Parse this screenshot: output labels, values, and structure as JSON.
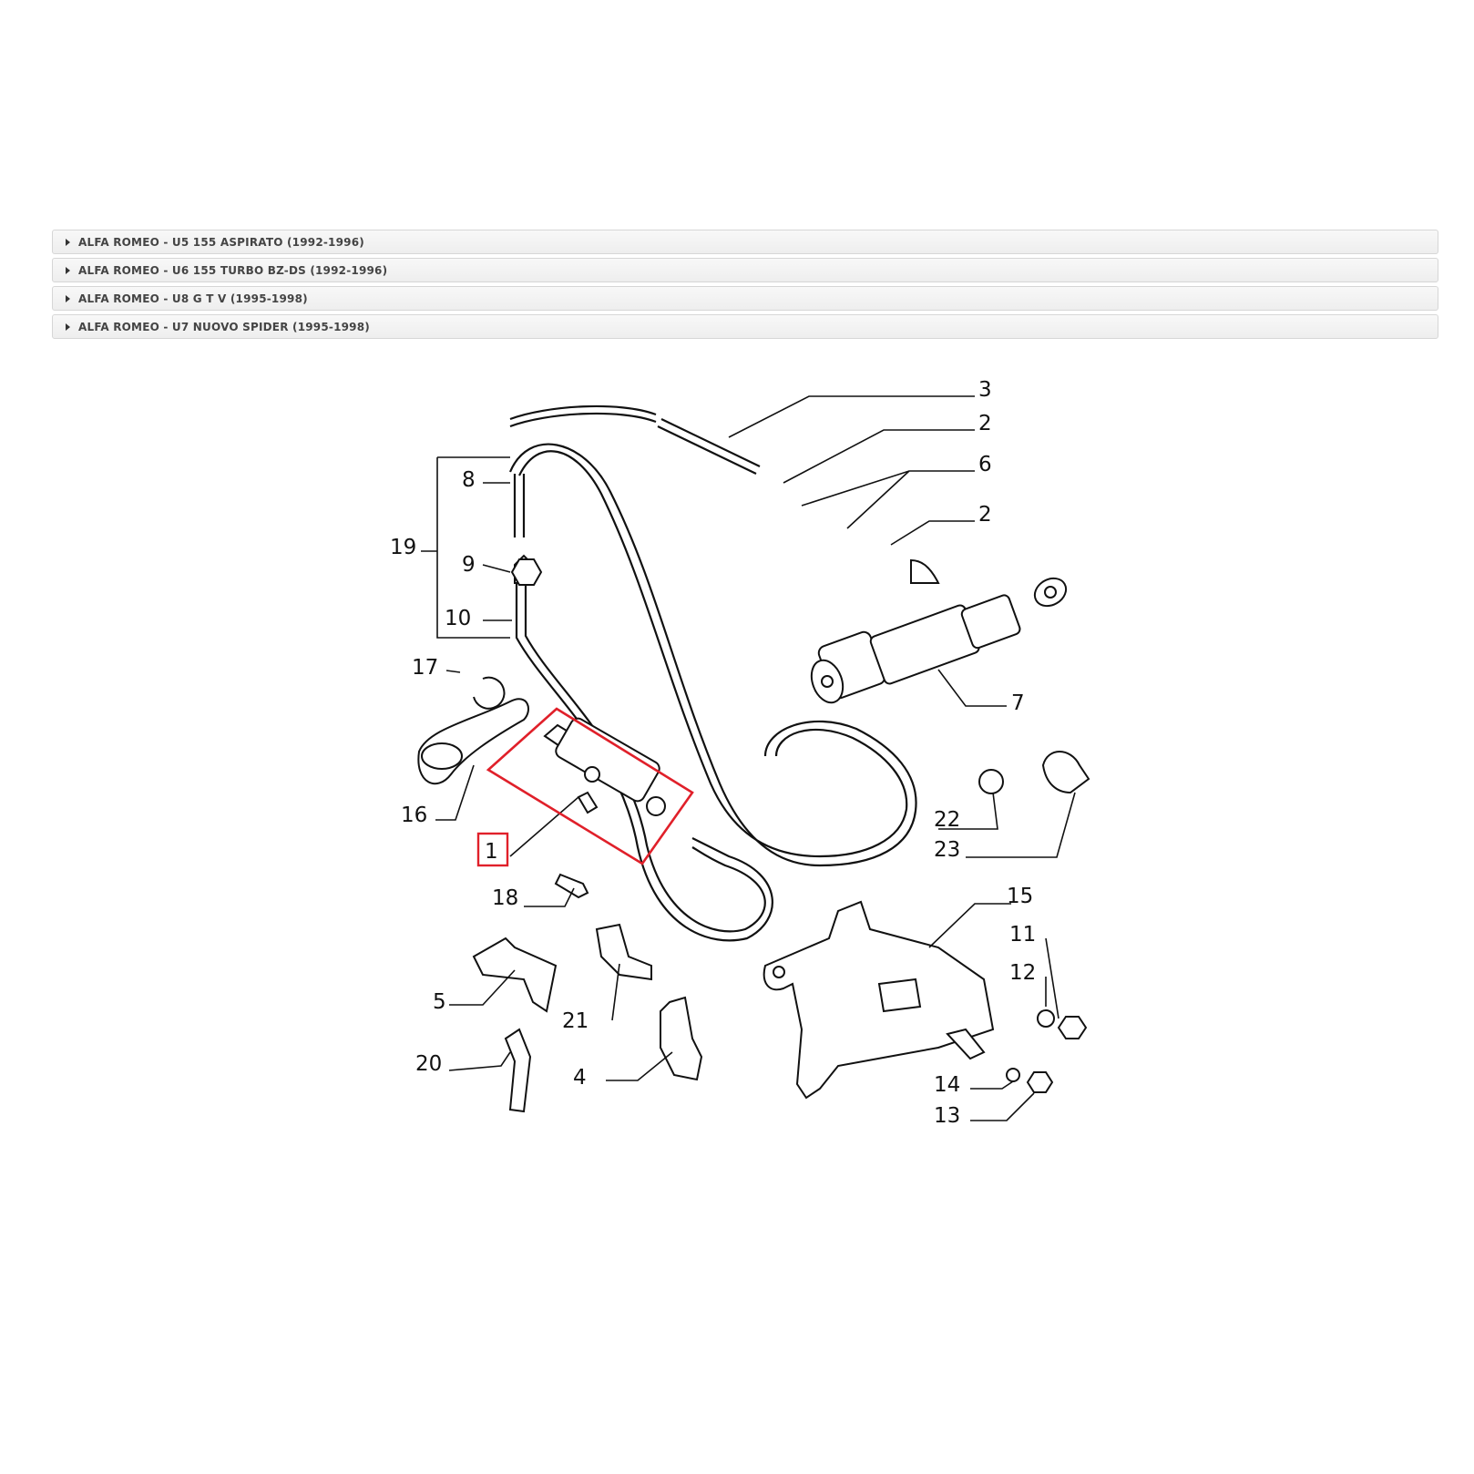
{
  "accordion": [
    {
      "label": "ALFA ROMEO - U5 155 ASPIRATO (1992-1996)"
    },
    {
      "label": "ALFA ROMEO - U6 155 TURBO BZ-DS (1992-1996)"
    },
    {
      "label": "ALFA ROMEO - U8 G T V (1995-1998)"
    },
    {
      "label": "ALFA ROMEO - U7 NUOVO SPIDER (1995-1998)"
    }
  ],
  "diagram": {
    "highlight_color": "#e0202a",
    "highlighted_part": "1",
    "callouts": [
      "3",
      "2",
      "6",
      "2",
      "8",
      "19",
      "9",
      "10",
      "7",
      "17",
      "16",
      "1",
      "22",
      "23",
      "18",
      "15",
      "11",
      "12",
      "5",
      "21",
      "20",
      "4",
      "14",
      "13"
    ]
  }
}
